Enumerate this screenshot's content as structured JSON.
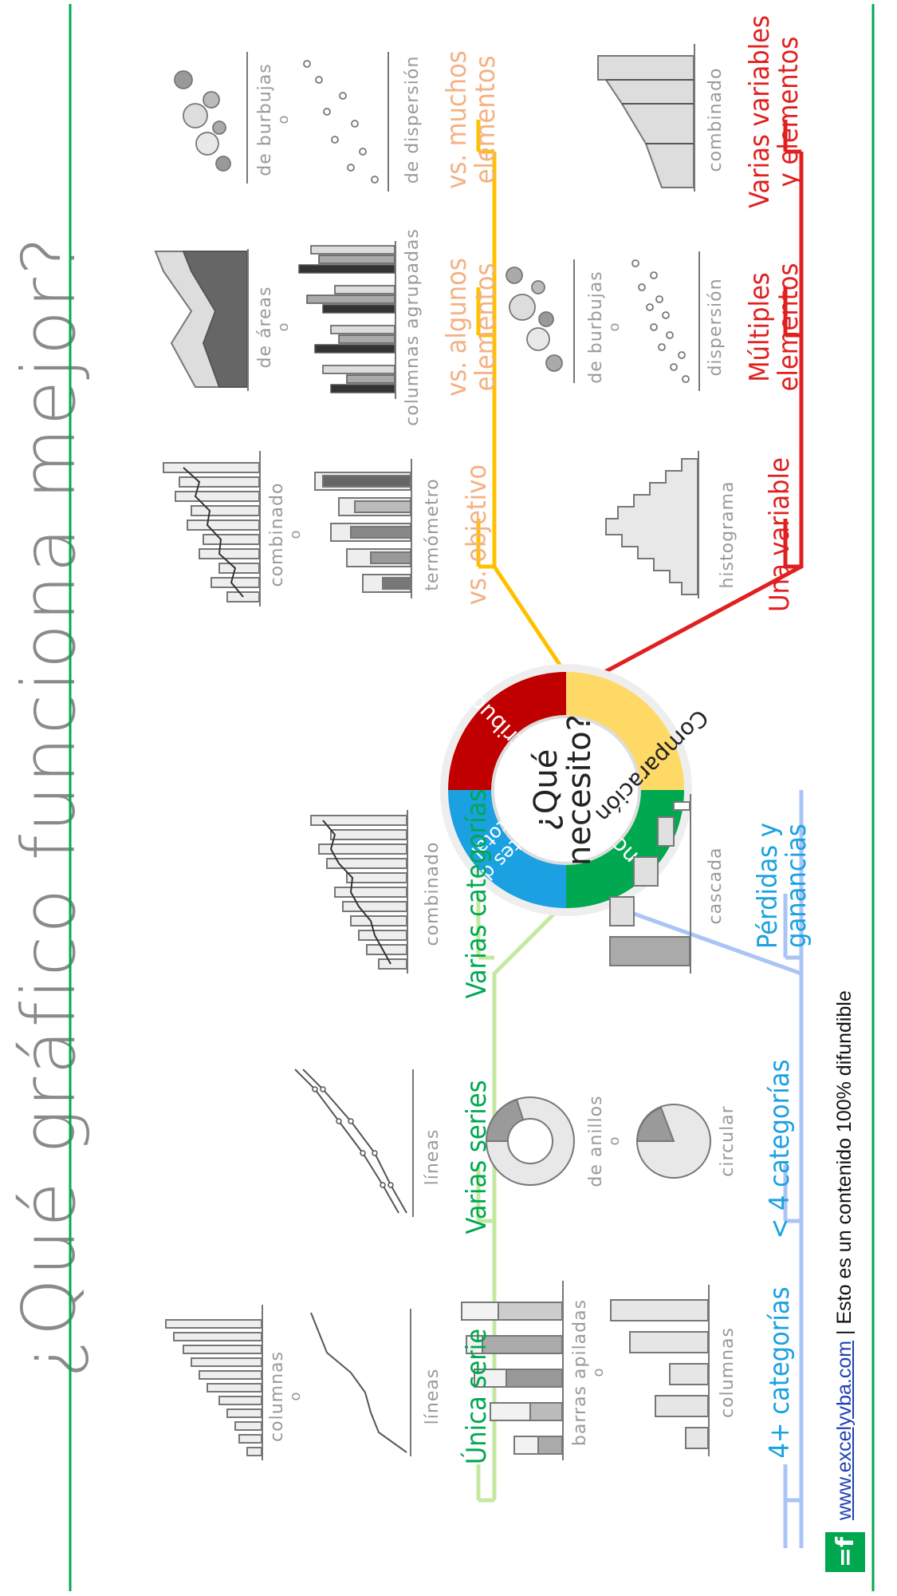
{
  "title": "¿Qué gráfico funciona mejor?",
  "hub": {
    "center_line1": "¿Qué",
    "center_line2": "necesito?",
    "sectors": [
      {
        "label": "Distribución",
        "color": "#c00000"
      },
      {
        "label": "Comparación",
        "color": "#ffd966"
      },
      {
        "label": "Tendencias",
        "color": "#00a850"
      },
      {
        "label": "Partes del total",
        "color": "#1ba1e2"
      }
    ]
  },
  "branches": {
    "partes": {
      "color": "#1ba1e2",
      "items": [
        {
          "title": "4+ categorías",
          "chart1": "columnas",
          "or": "o",
          "chart2": "barras apiladas"
        },
        {
          "title": "< 4 categorías",
          "chart1": "circular",
          "or": "o",
          "chart2": "de anillos"
        },
        {
          "title_line1": "Pérdidas y",
          "title_line2": "ganancias",
          "chart1": "cascada"
        }
      ]
    },
    "tendencias": {
      "color": "#00a850",
      "items": [
        {
          "title": "Única serie",
          "chart1": "líneas",
          "or": "o",
          "chart2": "columnas"
        },
        {
          "title": "Varias series",
          "chart1": "líneas"
        },
        {
          "title": "Varias categorías",
          "chart1": "combinado"
        }
      ]
    },
    "distribucion": {
      "color": "#e02020",
      "items": [
        {
          "title": "Una variable",
          "chart1": "histograma"
        },
        {
          "title_line1": "Múltiples",
          "title_line2": "elementos",
          "chart1": "dispersión",
          "or": "o",
          "chart2": "de burbujas"
        },
        {
          "title_line1": "Varias variables",
          "title_line2": "y elementos",
          "chart1": "combinado"
        }
      ]
    },
    "comparacion": {
      "color": "#f4b183",
      "line_color": "#ffc000",
      "items": [
        {
          "title": "vs. objetivo",
          "chart1": "termómetro",
          "or": "o",
          "chart2": "combinado"
        },
        {
          "title_line1": "vs. algunos",
          "title_line2": "elementos",
          "chart1": "columnas agrupadas",
          "or": "o",
          "chart2": "de áreas"
        },
        {
          "title_line1": "vs. muchos",
          "title_line2": "elementos",
          "chart1": "de dispersión",
          "or": "o",
          "chart2": "de burbujas"
        }
      ]
    }
  },
  "footer": {
    "logo_text": "=f",
    "link": "www.excelyvba.com",
    "separator": "|",
    "note": "Esto es un contenido 100% difundible"
  },
  "colors": {
    "footer_line": "#00a850",
    "logo_bg": "#00a850"
  }
}
